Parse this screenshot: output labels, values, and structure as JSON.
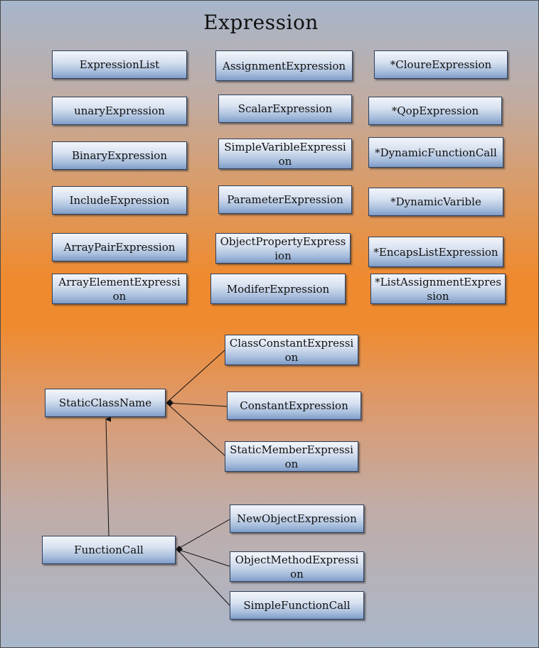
{
  "title": "Expression",
  "boxes": {
    "expression_list": "ExpressionList",
    "assignment_expression": "AssignmentExpression",
    "cloure_expression": "*CloureExpression",
    "unary_expression": "unaryExpression",
    "scalar_expression": "ScalarExpression",
    "qop_expression": "*QopExpression",
    "binary_expression": "BinaryExpression",
    "simple_varible_expression": "SimpleVaribleExpression",
    "dynamic_function_call": "*DynamicFunctionCall",
    "include_expression": "IncludeExpression",
    "parameter_expression": "ParameterExpression",
    "dynamic_varible": "*DynamicVarible",
    "array_pair_expression": "ArrayPairExpression",
    "object_property_expression": "ObjectPropertyExpression",
    "encaps_list_expression": "*EncapsListExpression",
    "array_element_expression": "ArrayElementExpression",
    "modifer_expression": "ModiferExpression",
    "list_assignment_expression": "*ListAssignmentExpression",
    "class_constant_expression": "ClassConstantExpression",
    "static_class_name": "StaticClassName",
    "constant_expression": "ConstantExpression",
    "static_member_expression": "StaticMemberExpression",
    "new_object_expression": "NewObjectExpression",
    "function_call": "FunctionCall",
    "object_method_expression": "ObjectMethodExpression",
    "simple_function_call": "SimpleFunctionCall"
  }
}
